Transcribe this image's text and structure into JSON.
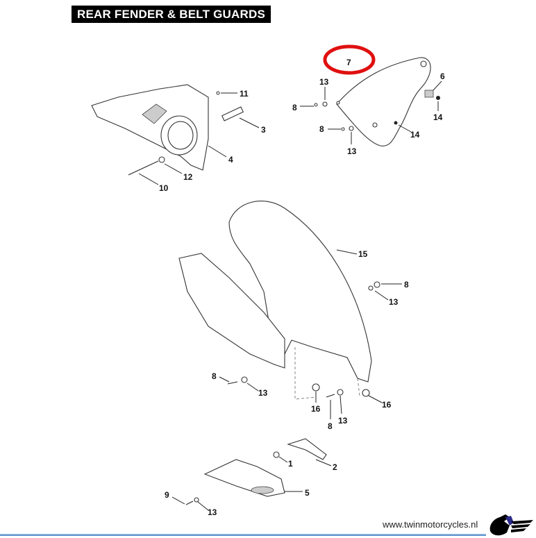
{
  "title": "REAR FENDER & BELT GUARDS",
  "highlight_color": "#e01010",
  "callouts": {
    "c11": "11",
    "c3": "3",
    "c4": "4",
    "c12": "12",
    "c10": "10",
    "c7": "7",
    "c13a": "13",
    "c6": "6",
    "c8a": "8",
    "c14a": "14",
    "c8b": "8",
    "c14b": "14",
    "c13b": "13",
    "c15": "15",
    "c8c": "8",
    "c13c": "13",
    "c8d": "8",
    "c13d": "13",
    "c16a": "16",
    "c8e": "8",
    "c13e": "13",
    "c16b": "16",
    "c1": "1",
    "c2": "2",
    "c5": "5",
    "c9": "9",
    "c13f": "13"
  },
  "footer": {
    "url": "www.twinmotorcycles.nl"
  }
}
